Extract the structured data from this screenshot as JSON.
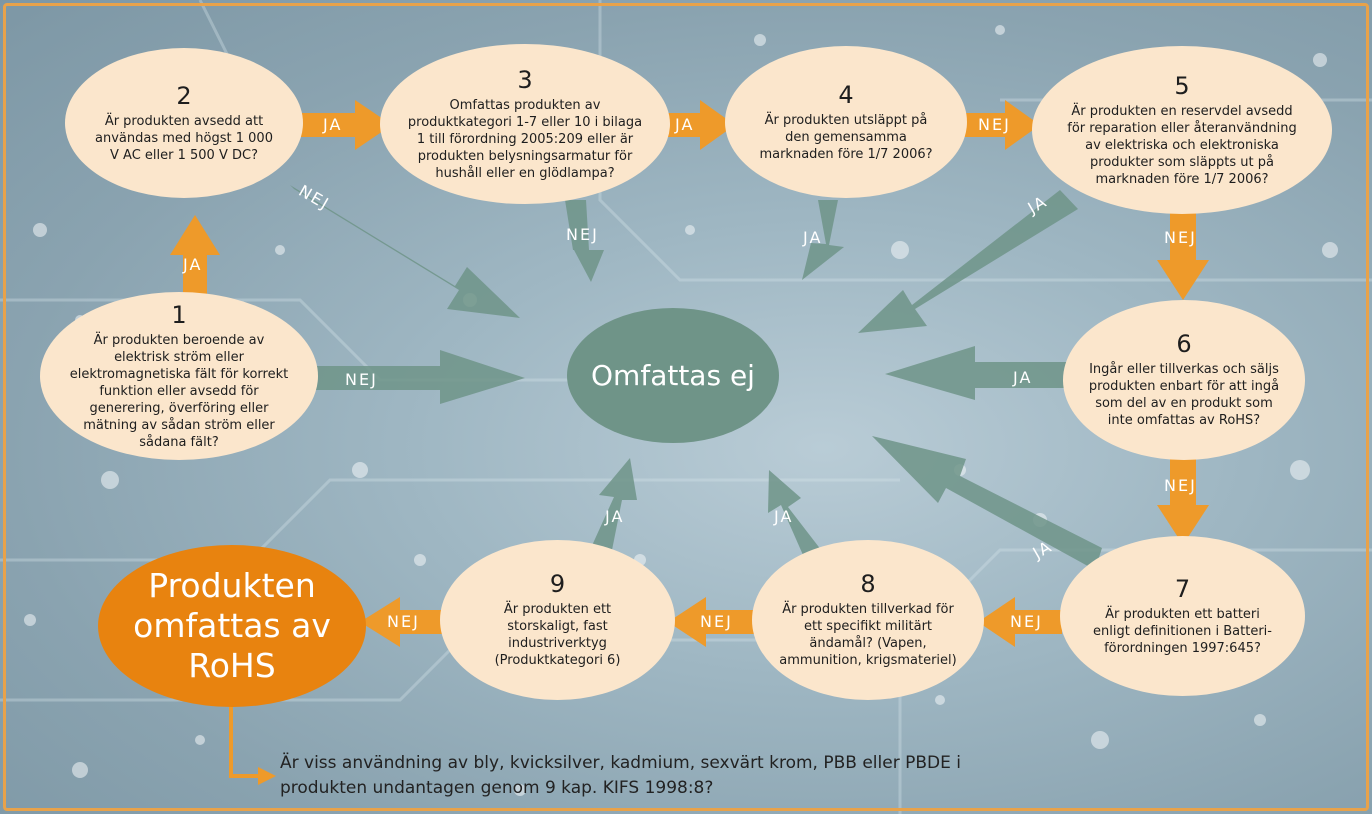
{
  "nodes": {
    "n1": {
      "num": "1",
      "text": "Är produkten beroende av elektrisk ström eller elektromagnetiska fält för korrekt funktion eller avsedd för generering, överföring eller mätning av sådan ström eller sådana fält?"
    },
    "n2": {
      "num": "2",
      "text": "Är produkten avsedd att användas med högst 1 000 V AC eller 1 500 V DC?"
    },
    "n3": {
      "num": "3",
      "text": "Omfattas produkten av produktkategori 1-7 eller 10 i bilaga 1 till förordning 2005:209 eller är produkten belysningsarmatur för hushåll eller en glödlampa?"
    },
    "n4": {
      "num": "4",
      "text": "Är produkten utsläppt på den gemensamma marknaden före 1/7 2006?"
    },
    "n5": {
      "num": "5",
      "text": "Är produkten en reservdel avsedd för reparation eller återanvändning av elektriska och elektroniska produkter som släppts ut på marknaden före 1/7 2006?"
    },
    "n6": {
      "num": "6",
      "text": "Ingår eller tillverkas och säljs produkten enbart för att ingå som del av en produkt som inte omfattas av RoHS?"
    },
    "n7": {
      "num": "7",
      "text": "Är produkten ett batteri enligt definitionen i Batteri-förordningen 1997:645?"
    },
    "n8": {
      "num": "8",
      "text": "Är produkten tillverkad för ett specifikt militärt ändamål? (Vapen, ammunition, krigsmateriel)"
    },
    "n9": {
      "num": "9",
      "text": "Är produkten ett storskaligt, fast industriverktyg (Produktkategori 6)"
    }
  },
  "center": "Omfattas ej",
  "result": "Produkten omfattas av RoHS",
  "labels": {
    "ja": "JA",
    "nej": "NEJ"
  },
  "footer": "Är viss användning av bly, kvicksilver, kadmium, sexvärt krom, PBB eller PBDE i produkten undantagen genom 9 kap. KIFS 1998:8?",
  "colors": {
    "orange": "#ee9a2a",
    "green": "#6f9488",
    "node": "#fbe6cc",
    "frame": "#e8a24a"
  }
}
